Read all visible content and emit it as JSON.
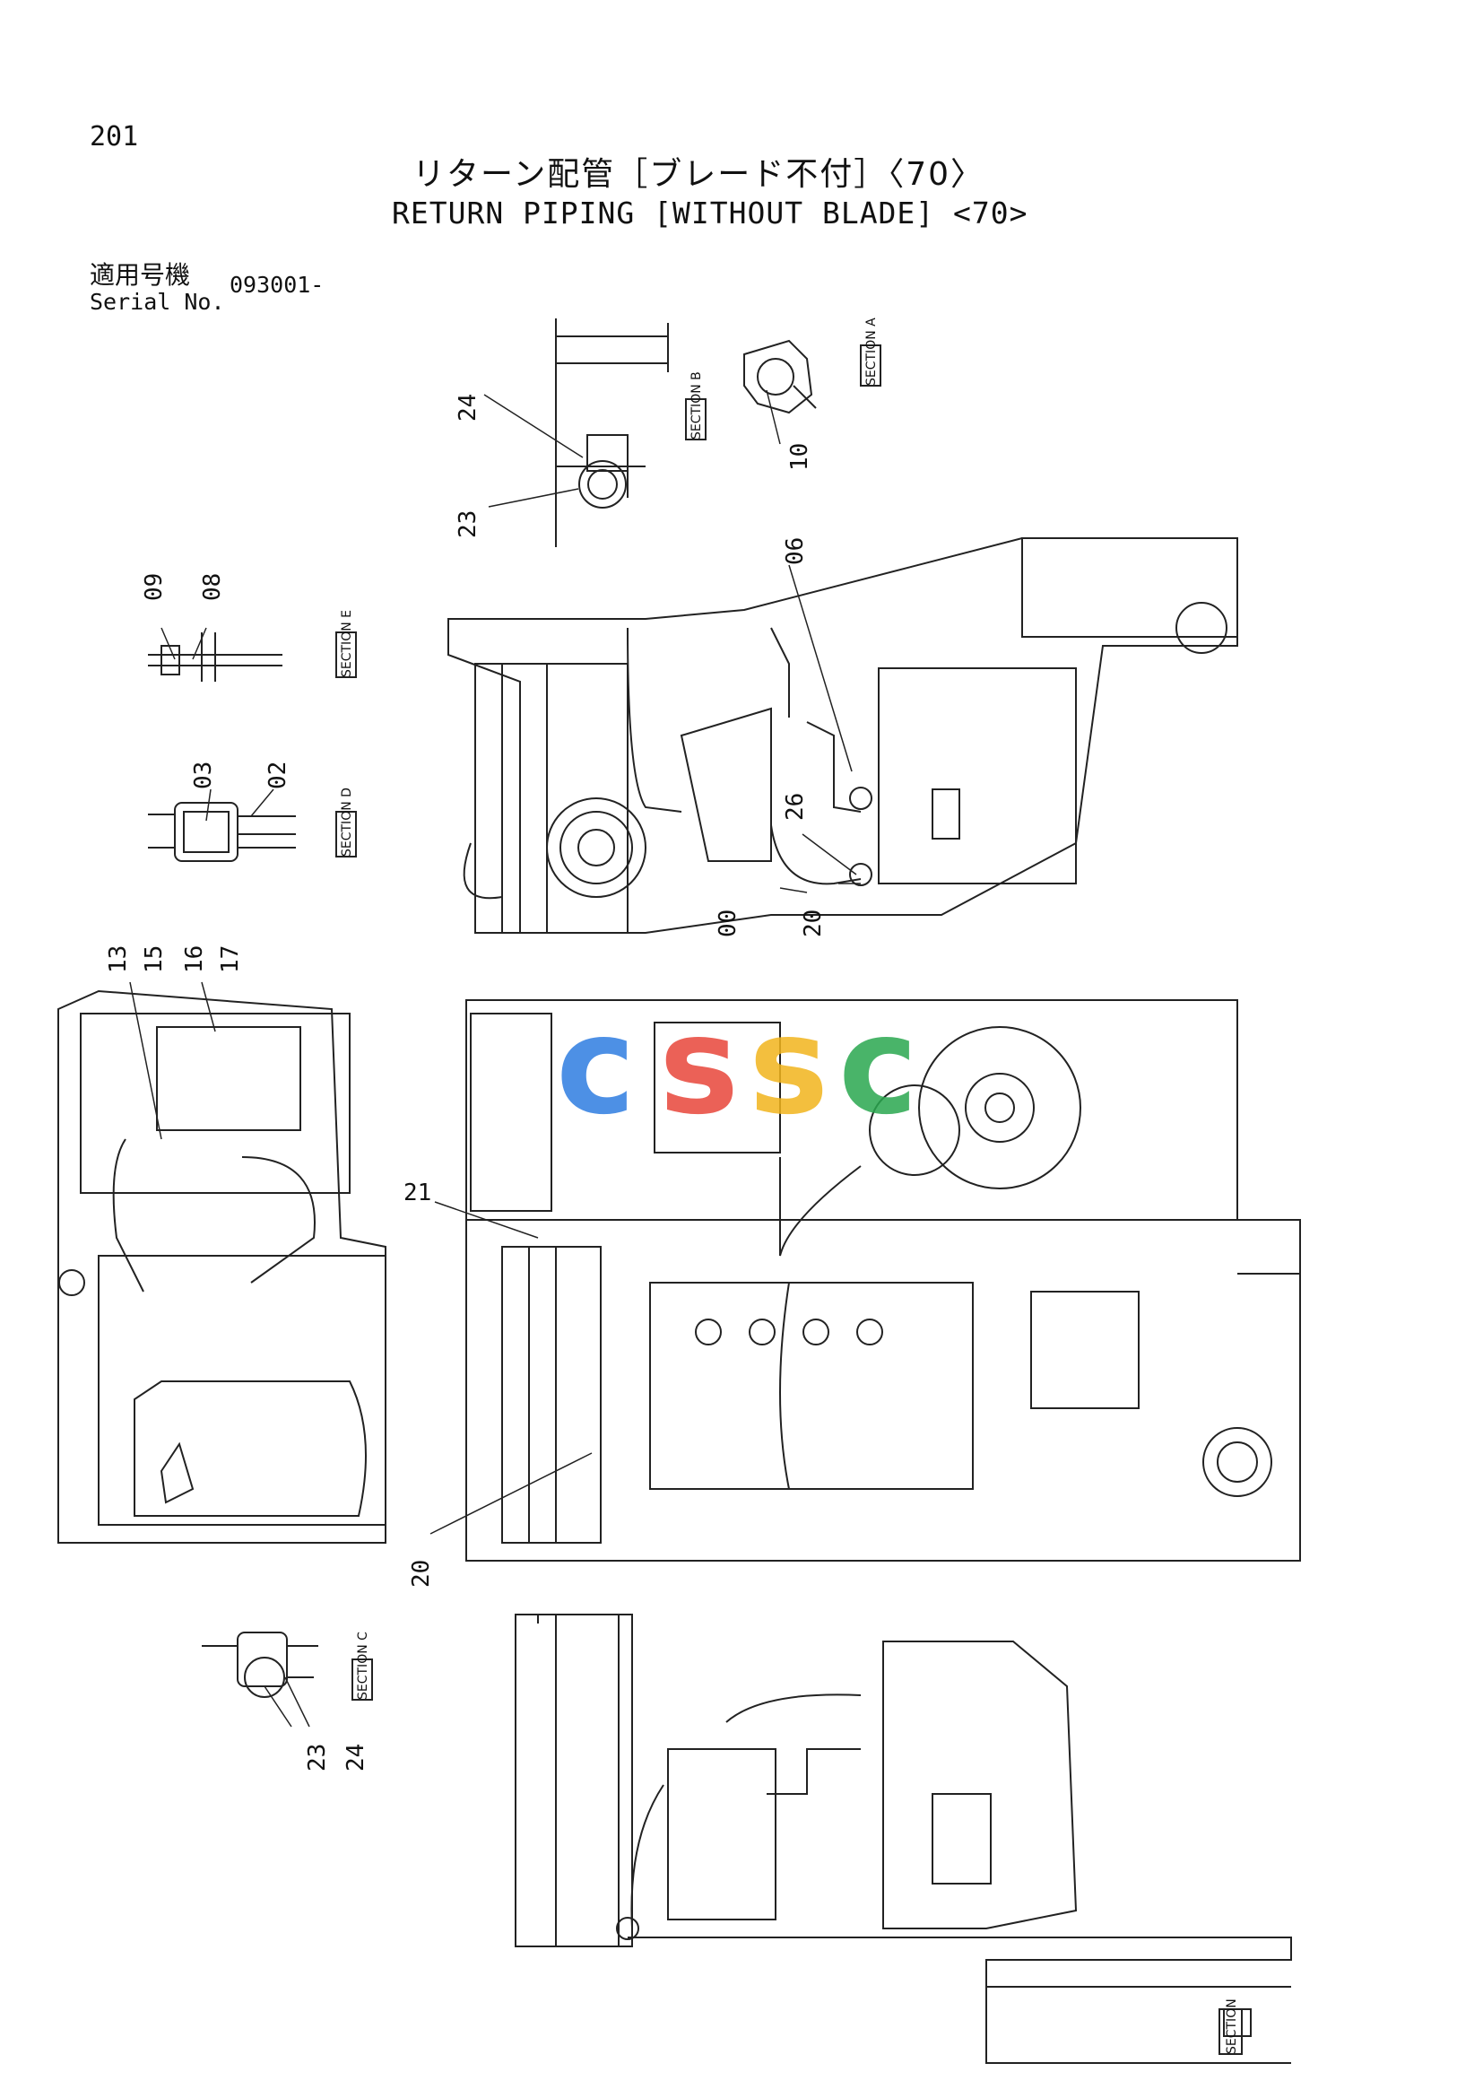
{
  "page_number": "201",
  "title_jp": "リターン配管［ブレード不付］〈70〉",
  "title_en": "RETURN PIPING [WITHOUT BLADE] <70>",
  "serial": {
    "label_jp": "適用号機",
    "label_en": "Serial No.",
    "value": "093001-"
  },
  "callouts": {
    "c24a": "24",
    "c23a": "23",
    "c10": "10",
    "c06": "06",
    "c09": "09",
    "c08": "08",
    "c03": "03",
    "c02": "02",
    "c26": "26",
    "c00": "00",
    "c20a": "20",
    "c13": "13",
    "c15": "15",
    "c16": "16",
    "c17": "17",
    "c21": "21",
    "c20b": "20",
    "c23b": "23",
    "c24b": "24"
  },
  "section_labels": {
    "a": "SECTION A",
    "b": "SECTION B",
    "c": "SECTION C",
    "d": "SECTION D",
    "e": "SECTION E",
    "bottom": "SECTION"
  },
  "watermark": {
    "letters": [
      "c",
      "s",
      "s",
      "c"
    ],
    "colors": [
      "#2f7de1",
      "#e8463a",
      "#f2b51d",
      "#2aa84f"
    ]
  }
}
